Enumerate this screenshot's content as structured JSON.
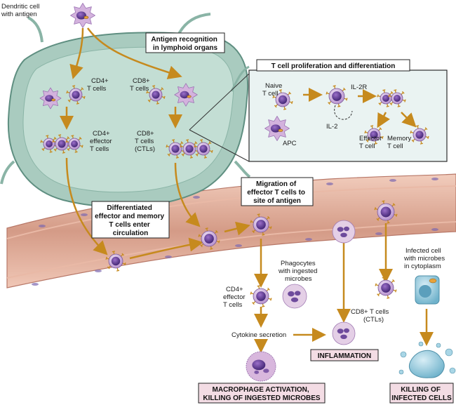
{
  "labels": {
    "dendritic_cell": [
      "Dendritic cell",
      "with antigen"
    ],
    "cd4_t_cells": [
      "CD4+",
      "T cells"
    ],
    "cd8_t_cells": [
      "CD8+",
      "T cells"
    ],
    "cd4_effector": [
      "CD4+",
      "effector",
      "T cells"
    ],
    "cd8_ctls": [
      "CD8+",
      "T cells",
      "(CTLs)"
    ],
    "naive_t_cell": [
      "Naive",
      "T cell"
    ],
    "il2r": "IL-2R",
    "il2": "IL-2",
    "apc": "APC",
    "effector_t_cell": [
      "Effector",
      "T cell"
    ],
    "memory_t_cell": [
      "Memory",
      "T cell"
    ],
    "cd4_effector_lower": [
      "CD4+",
      "effector",
      "T cells"
    ],
    "phagocytes": [
      "Phagocytes",
      "with ingested",
      "microbes"
    ],
    "cytokine_secretion": "Cytokine secretion",
    "infected_cell": [
      "Infected cell",
      "with microbes",
      "in cytoplasm"
    ],
    "cd8_ctls_lower": [
      "CD8+ T cells",
      "(CTLs)"
    ]
  },
  "boxes": {
    "antigen_recognition": [
      "Antigen recognition",
      "in lymphoid organs"
    ],
    "proliferation": "T cell proliferation and differentiation",
    "differentiated": [
      "Differentiated",
      "effector and memory",
      "T cells enter",
      "circulation"
    ],
    "migration": [
      "Migration of",
      "effector T cells to",
      "site of antigen"
    ]
  },
  "outcomes": {
    "macrophage": [
      "MACROPHAGE ACTIVATION,",
      "KILLING OF INGESTED MICROBES"
    ],
    "inflammation": "INFLAMMATION",
    "killing": [
      "KILLING OF",
      "INFECTED CELLS"
    ]
  },
  "colors": {
    "lymph_node": "#a9cbbf",
    "lymph_node_edge": "#5f8f81",
    "vessel_wall": "#e7b8a6",
    "vessel_inner": "#c98776",
    "arrow": "#c68a1e",
    "t_cell": "#8c5bb0",
    "t_cell_nucleus": "#4b2c7a",
    "dendritic": "#d3b2dd",
    "macrophage": "#c9a1d1",
    "infected": "#8dc6db",
    "outcome_fill": "#f3dce4",
    "inset_fill": "#eaf3f2"
  }
}
